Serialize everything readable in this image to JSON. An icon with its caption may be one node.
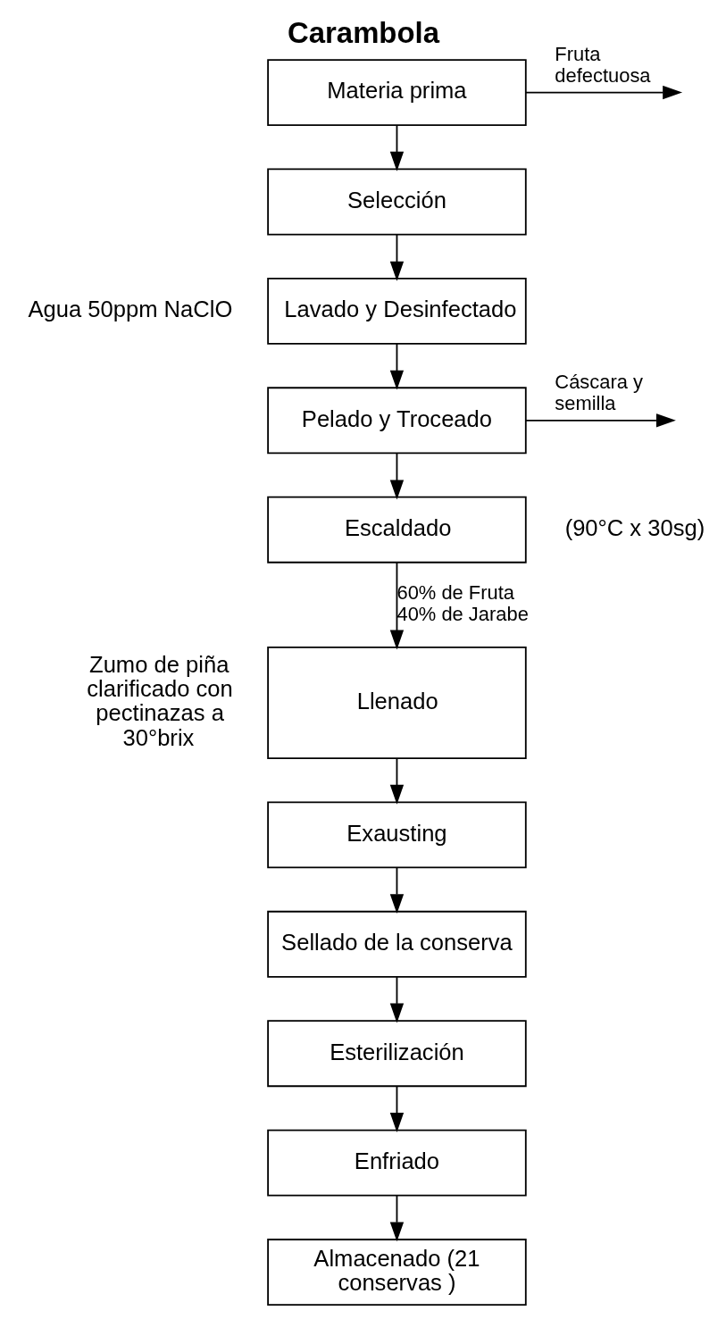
{
  "diagram": {
    "title": "Carambola",
    "nodes": [
      {
        "text": [
          "Materia prima"
        ]
      },
      {
        "text": [
          "Selección"
        ]
      },
      {
        "text": [
          "Lavado y Desinfectado"
        ],
        "beside": [
          "Agua 50ppm NaClO"
        ]
      },
      {
        "text": [
          "Pelado y Troceado"
        ]
      },
      {
        "text": [
          "Escaldado"
        ],
        "beside": [
          "(90°C x 30sg)"
        ]
      },
      {
        "text": [
          "Llenado"
        ],
        "beside": [
          "Zumo de piña clarificado con pectinazas a 30°brix"
        ]
      },
      {
        "text": [
          "Exausting"
        ]
      },
      {
        "text": [
          "Sellado de la conserva"
        ]
      },
      {
        "text": [
          "Esterilización"
        ]
      },
      {
        "text": [
          "Enfriado"
        ]
      },
      {
        "text": [
          "Almacenado (21 conservas )"
        ]
      }
    ],
    "edges": [
      {
        "from": 0,
        "to": null,
        "arrow": "to",
        "label": "Fruta defectuosa"
      },
      {
        "from": 0,
        "to": 1,
        "arrow": "to"
      },
      {
        "from": 1,
        "to": 2,
        "arrow": "to"
      },
      {
        "from": 2,
        "to": 3,
        "arrow": "to"
      },
      {
        "from": 3,
        "to": null,
        "arrow": "to",
        "label": "Cáscara y semilla"
      },
      {
        "from": 3,
        "to": 4,
        "arrow": "to"
      },
      {
        "from": 4,
        "to": 5,
        "arrow": "to",
        "label": "60% de Fruta 40% de Jarabe"
      },
      {
        "from": 5,
        "to": 6,
        "arrow": "to"
      },
      {
        "from": 6,
        "to": 7,
        "arrow": "to"
      },
      {
        "from": 7,
        "to": 8,
        "arrow": "to"
      },
      {
        "from": 8,
        "to": 9,
        "arrow": "to"
      },
      {
        "from": 9,
        "to": 10,
        "arrow": "to"
      }
    ]
  }
}
